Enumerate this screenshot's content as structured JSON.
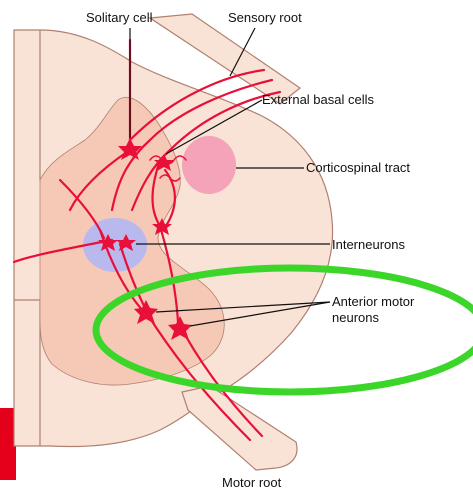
{
  "figure": {
    "labels": {
      "solitary_cell": "Solitary cell",
      "sensory_root": "Sensory root",
      "external_basal_cells": "External basal cells",
      "corticospinal_tract": "Corticospinal tract",
      "interneurons": "Interneurons",
      "anterior_motor_line1": "Anterior motor",
      "anterior_motor_line2": "neurons",
      "motor_root": "Motor root"
    },
    "colors": {
      "white_matter": "#F8E3D6",
      "gray_matter": "#F6C9B6",
      "outline": "#B08070",
      "nerve": "#E8103A",
      "corticospinal": "#F5A3B8",
      "interneuron_zone": "#B9B9EE",
      "highlight_ellipse": "#3CD62A",
      "edge_mark": "#E4001B"
    }
  }
}
